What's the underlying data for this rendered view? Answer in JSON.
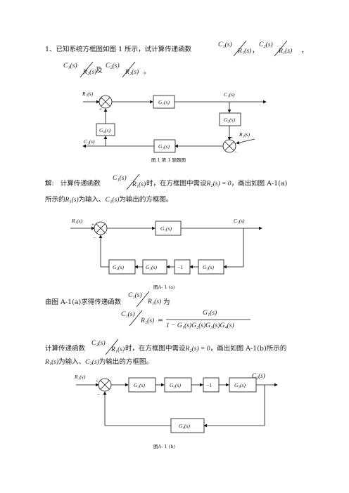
{
  "problem": {
    "number": "1、",
    "intro": "已知系统方框图如图 1 所示，试计算传递函数",
    "tf1_num": "C₁(s)",
    "tf1_den": "R₁(s)",
    "tf2_num": "C₂(s)",
    "tf2_den": "R₁(s)",
    "tf3_num": "C₁(s)",
    "tf3_den": "R₂(s)",
    "and": "及",
    "tf4_num": "C₂(s)",
    "tf4_den": "R₂(s)",
    "comma": "，",
    "period": "。"
  },
  "fig1": {
    "caption": "图 1  第 1 题题图",
    "labels": {
      "r1": "R₁(s)",
      "c1": "C₁(s)",
      "g1": "G₁(s)",
      "g2": "G₂(s)",
      "r2": "R₂(s)",
      "g4": "G₄(s)",
      "g3": "G₃(s)",
      "c2": "C₂(s)",
      "plus": "+",
      "minus": "−"
    }
  },
  "solution": {
    "label": "解:",
    "text1": "计算传递函数",
    "text1_num": "C₁(s)",
    "text1_den": "R₁(s)",
    "text2": "时，在方框图中需设",
    "cond1": "R₂(s) = 0",
    "text3": "，画出如图 A-1(a)",
    "line2": "所示的",
    "line2_r": "R₁(s)",
    "line2_mid": "为输入、",
    "line2_c": "C₁(s)",
    "line2_end": "为输出的方框图。"
  },
  "figA1a": {
    "caption": "图A- 1 (a)",
    "labels": {
      "r1": "R₁(s)",
      "g1": "G₁(s)",
      "c1": "C₁(s)",
      "g4": "G₄(s)",
      "g3": "G₃(s)",
      "neg": "−1",
      "g2": "G₂(s)",
      "plus": "+",
      "minus": "−"
    }
  },
  "derive": {
    "text": "由图 A-1(a)求得传递函数",
    "num": "C₁(s)",
    "den": "R₁(s)",
    "wei": "为",
    "lhs_num": "C₁(s)",
    "lhs_den": "R₁(s)",
    "rhs_num": "G₁(s)",
    "rhs_den": "1 − G₁(s)G₂(s)G₃(s)G₄(s)"
  },
  "solution2": {
    "text1": "计算传递函数",
    "num": "C₂(s)",
    "den": "R₁(s)",
    "text2": "时，在方框图中需设",
    "cond": "R₂(s) = 0",
    "text3": "，画出如图 A-1(b)所示的",
    "line2_r": "R₁(s)",
    "line2_mid": "为输入、",
    "line2_c": "C₂(s)",
    "line2_end": "为输出的方框图。"
  },
  "figA1b": {
    "caption": "图A- 1 (b)",
    "labels": {
      "r1": "R₁(s)",
      "g1": "G₁(s)",
      "g2": "G₂(s)",
      "neg": "−1",
      "g3": "G₃(s)",
      "c2": "C₂(s)",
      "g4": "G₄(s)",
      "plus": "+",
      "minus": "−"
    }
  }
}
